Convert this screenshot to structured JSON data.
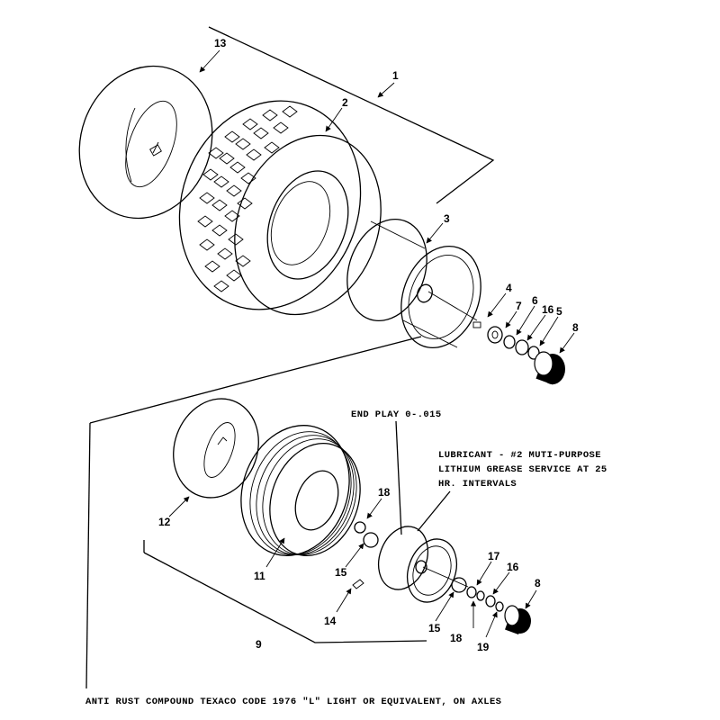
{
  "callouts": {
    "c1": "1",
    "c2": "2",
    "c3": "3",
    "c4": "4",
    "c5": "5",
    "c6": "6",
    "c8a": "8",
    "c8b": "8",
    "c9": "9",
    "c11": "11",
    "c12": "12",
    "c13": "13",
    "c14": "14",
    "c15a": "15",
    "c15b": "15",
    "c16a": "16",
    "c16b": "16",
    "c17": "17",
    "c18a": "18",
    "c18b": "18",
    "c19": "19"
  },
  "notes": {
    "end_play": "END PLAY 0-.015",
    "lubricant_line1": "LUBRICANT - #2 MUTI-PURPOSE",
    "lubricant_line2": "LITHIUM GREASE SERVICE AT 25",
    "lubricant_line3": "HR. INTERVALS",
    "anti_rust": "ANTI RUST COMPOUND TEXACO CODE 1976 \"L\" LIGHT OR EQUIVALENT, ON AXLES"
  }
}
